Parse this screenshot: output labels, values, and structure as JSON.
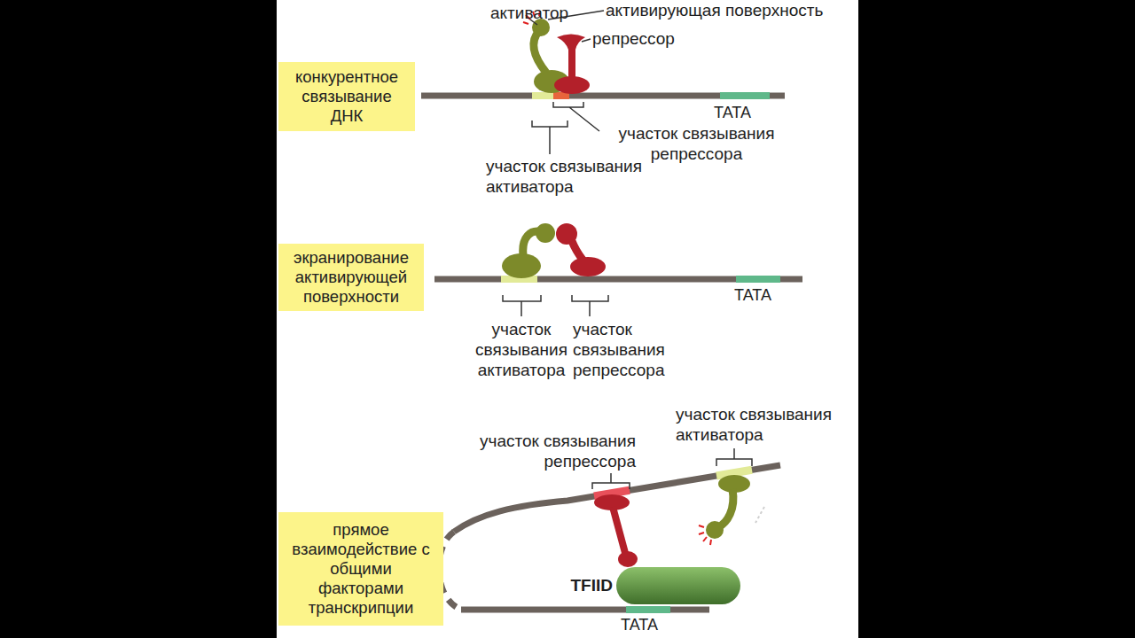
{
  "diagram": {
    "nodes": [
      {
        "text": [
          "конкурентное связывание ДНК"
        ]
      },
      {
        "text": [
          "экранирование активирующей поверхности"
        ]
      },
      {
        "text": [
          "прямое взаимодействие с общими факторами транскрипции"
        ]
      },
      {
        "text": [
          "TFIID"
        ]
      }
    ],
    "labels": [
      "активатор",
      "активирующая поверхность",
      "репрессор",
      "TATA",
      "участок связывания репрессора",
      "участок связывания активатора",
      "TATA",
      "участок связывания активатора",
      "участок связывания репрессора",
      "участок связывания репрессора",
      "участок связывания активатора",
      "TATA"
    ]
  }
}
